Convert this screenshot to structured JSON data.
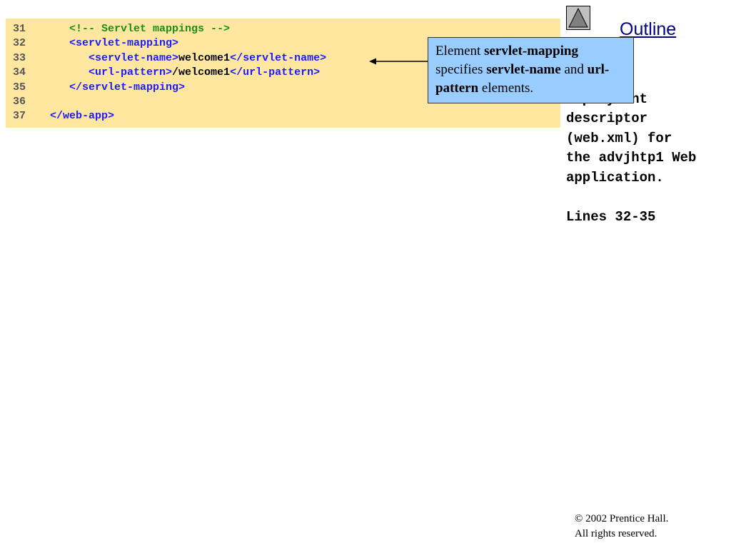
{
  "code_lines": [
    {
      "num": "31",
      "tokens": [
        {
          "t": "   ",
          "c": "text"
        },
        {
          "t": "<!-- Servlet mappings -->",
          "c": "comment"
        }
      ]
    },
    {
      "num": "32",
      "tokens": [
        {
          "t": "   ",
          "c": "text"
        },
        {
          "t": "<servlet-mapping>",
          "c": "tag"
        }
      ]
    },
    {
      "num": "33",
      "tokens": [
        {
          "t": "      ",
          "c": "text"
        },
        {
          "t": "<servlet-name>",
          "c": "tag"
        },
        {
          "t": "welcome1",
          "c": "text"
        },
        {
          "t": "</servlet-name>",
          "c": "tag"
        }
      ]
    },
    {
      "num": "34",
      "tokens": [
        {
          "t": "      ",
          "c": "text"
        },
        {
          "t": "<url-pattern>",
          "c": "tag"
        },
        {
          "t": "/welcome1",
          "c": "text"
        },
        {
          "t": "</url-pattern>",
          "c": "tag"
        }
      ]
    },
    {
      "num": "35",
      "tokens": [
        {
          "t": "   ",
          "c": "text"
        },
        {
          "t": "</servlet-mapping>",
          "c": "tag"
        }
      ]
    },
    {
      "num": "36",
      "tokens": []
    },
    {
      "num": "37",
      "tokens": [
        {
          "t": "</web-app>",
          "c": "tag"
        }
      ]
    }
  ],
  "callout": {
    "parts": [
      {
        "t": "Element ",
        "b": false
      },
      {
        "t": "servlet-mapping",
        "b": true
      },
      {
        "t": " specifies ",
        "b": false
      },
      {
        "t": "servlet-name",
        "b": true
      },
      {
        "t": " and ",
        "b": false
      },
      {
        "t": "url-pattern",
        "b": true
      },
      {
        "t": " elements.",
        "b": false
      }
    ]
  },
  "outline": {
    "title": "Outline",
    "side_text": "Fig. 9.9\nDeployment\ndescriptor\n(web.xml) for\nthe advjhtp1 Web\napplication.\n\nLines 32-35"
  },
  "footer": {
    "line1": "© 2002 Prentice Hall.",
    "line2": "All rights reserved."
  },
  "colors": {
    "code_background": "#ffe7a0",
    "comment": "#1a8c1a",
    "tag": "#1a1aff",
    "callout_background": "#99ccff",
    "outline_link": "#000080"
  },
  "icons": {
    "nav": "triangle-up-icon"
  }
}
